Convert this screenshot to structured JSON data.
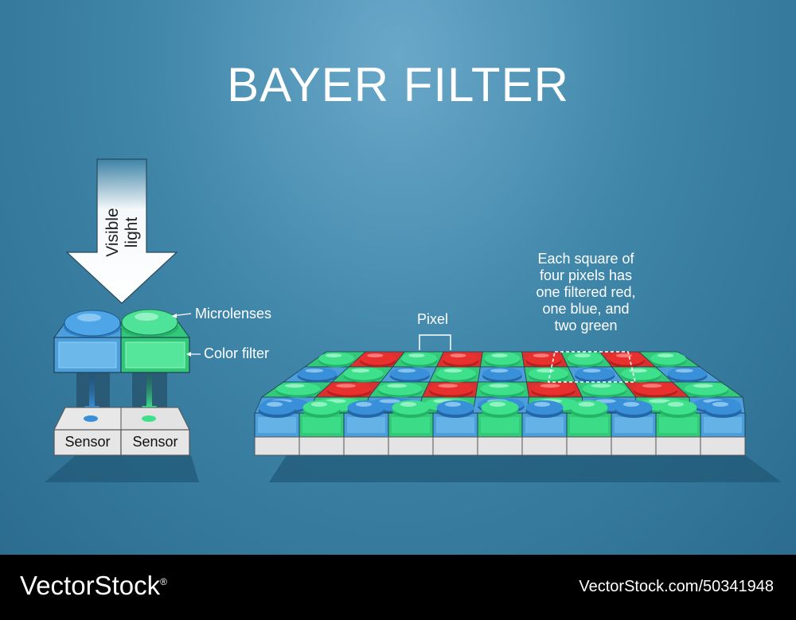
{
  "title": "BAYER FILTER",
  "labels": {
    "visible_light": "Visible light",
    "microlenses": "Microlenses",
    "color_filter": "Color filter",
    "sensor_left": "Sensor",
    "sensor_right": "Sensor",
    "pixel": "Pixel",
    "note_lines": [
      "Each square of",
      "four pixels has",
      "one filtered red,",
      "one blue, and",
      "two green"
    ]
  },
  "pattern": {
    "rows": [
      "GRGRGRGRG",
      "BGBGBGBGB",
      "GRGRGRGRG",
      "BGBGBGBGB"
    ],
    "front_filters": "BGBGBGBGBGB",
    "front_lenses": "BGBGBGBGBGB"
  },
  "colors": {
    "red": "#e8312f",
    "green": "#3fe08c",
    "blue": "#3a8fd9",
    "filter_blue": "#6cb8ea",
    "filter_green": "#3fe08c"
  },
  "footer": {
    "brand": "VectorStock",
    "brand_mark": "®",
    "stock_id": "VectorStock.com/50341948"
  }
}
